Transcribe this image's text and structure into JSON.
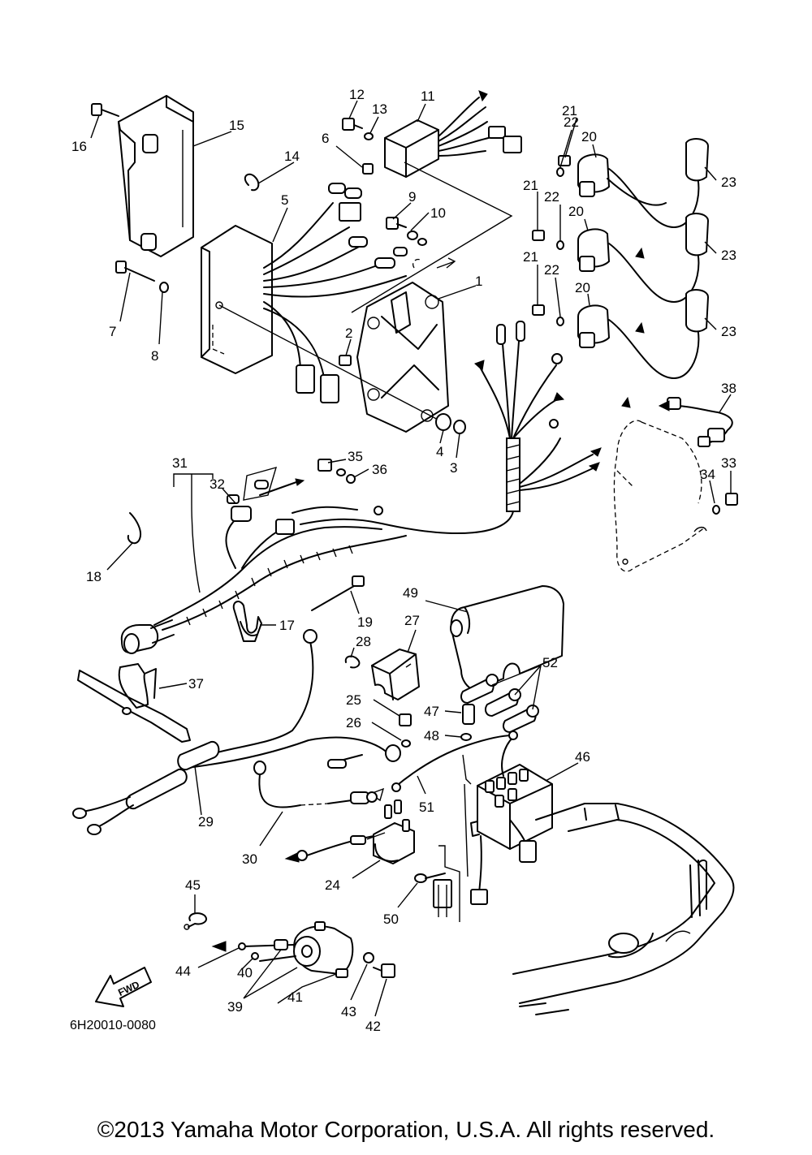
{
  "diagram_code": "6H20010-0080",
  "copyright": "©2013 Yamaha Motor Corporation, U.S.A. All rights reserved.",
  "fwd_label": "FWD",
  "callouts": {
    "c1": "1",
    "c2": "2",
    "c3": "3",
    "c4": "4",
    "c5": "5",
    "c6": "6",
    "c7": "7",
    "c8": "8",
    "c9": "9",
    "c10": "10",
    "c11": "11",
    "c12": "12",
    "c13": "13",
    "c14": "14",
    "c15": "15",
    "c16": "16",
    "c17": "17",
    "c18": "18",
    "c19": "19",
    "c20a": "20",
    "c20b": "20",
    "c20c": "20",
    "c21a": "21",
    "c21b": "21",
    "c21c": "21",
    "c22a": "22",
    "c22b": "22",
    "c22c": "22",
    "c23a": "23",
    "c23b": "23",
    "c23c": "23",
    "c24": "24",
    "c25": "25",
    "c26": "26",
    "c27": "27",
    "c28": "28",
    "c29": "29",
    "c30": "30",
    "c31": "31",
    "c32": "32",
    "c33": "33",
    "c34": "34",
    "c35": "35",
    "c36": "36",
    "c37": "37",
    "c38": "38",
    "c39": "39",
    "c40": "40",
    "c41": "41",
    "c42": "42",
    "c43": "43",
    "c44": "44",
    "c45": "45",
    "c46": "46",
    "c47": "47",
    "c48": "48",
    "c49": "49",
    "c50": "50",
    "c51": "51",
    "c52": "52"
  }
}
